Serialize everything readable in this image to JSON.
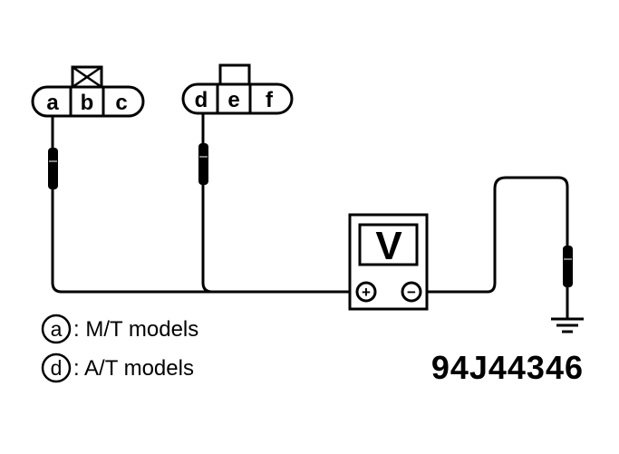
{
  "connector_left": {
    "pins": [
      "a",
      "b",
      "c"
    ]
  },
  "connector_right": {
    "pins": [
      "d",
      "e",
      "f"
    ]
  },
  "voltmeter": {
    "display": "V",
    "positive": "+",
    "negative": "−"
  },
  "legend": [
    {
      "letter": "a",
      "text": ": M/T models"
    },
    {
      "letter": "d",
      "text": ": A/T models"
    }
  ],
  "figure_id": "94J44346"
}
